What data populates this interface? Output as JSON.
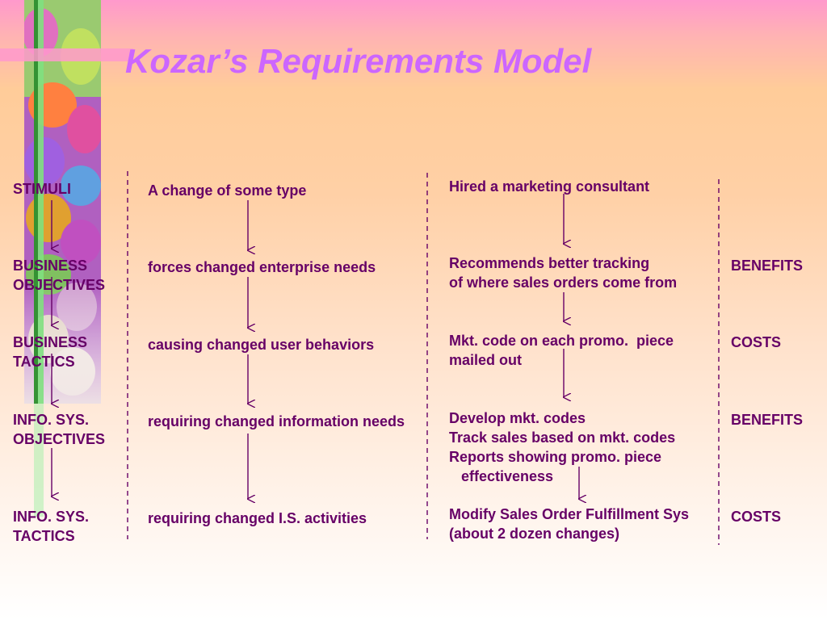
{
  "slide": {
    "title": "Kozar’s Requirements Model"
  },
  "levels": [
    "STIMULI",
    "BUSINESS\nOBJECTIVES",
    "BUSINESS\nTACTICS",
    "INFO. SYS.\nOBJECTIVES",
    "INFO. SYS.\nTACTICS"
  ],
  "generic_chain": [
    "A change of some type",
    "forces changed enterprise needs",
    "causing changed user behaviors",
    "requiring changed information needs",
    "requiring changed I.S. activities"
  ],
  "example_chain": [
    "Hired a marketing consultant",
    "Recommends better tracking\nof where sales orders come from",
    "Mkt. code on each promo.  piece\nmailed out",
    "Develop mkt. codes\nTrack sales based on mkt. codes\nReports showing promo. piece\n   effectiveness",
    "Modify Sales Order Fulfillment Sys\n(about 2 dozen changes)"
  ],
  "impacts": [
    "BENEFITS",
    "COSTS",
    "BENEFITS",
    "COSTS"
  ],
  "colors": {
    "title": "#cc66ff",
    "text": "#660066",
    "arrows": "#660066",
    "dividers": "#660066"
  }
}
